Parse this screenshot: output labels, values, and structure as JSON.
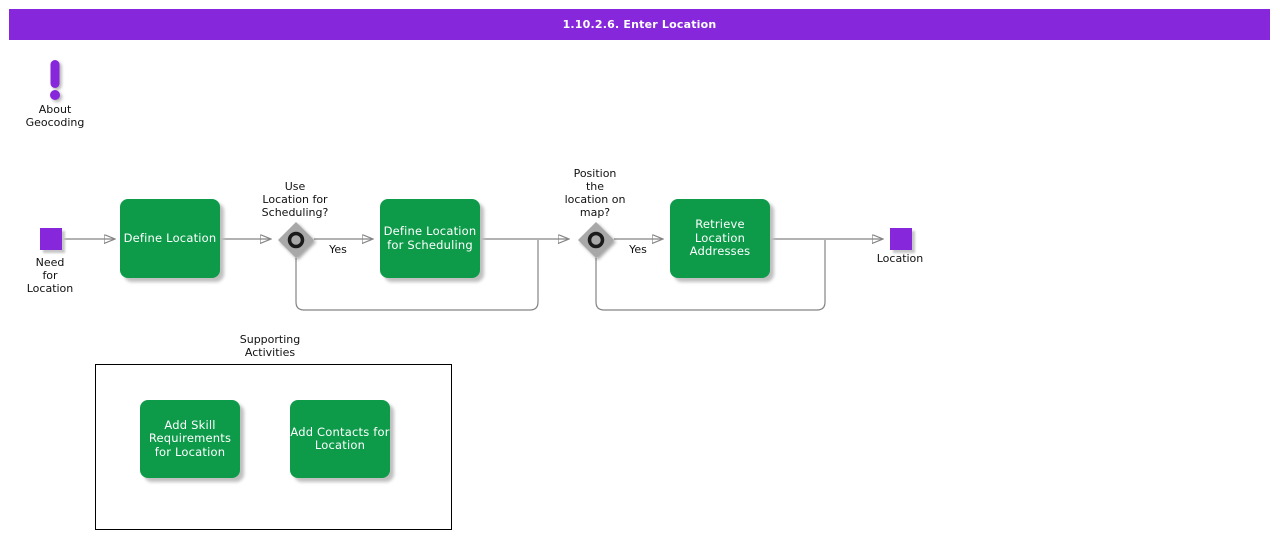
{
  "title_bar": {
    "label": "1.10.2.6. Enter Location"
  },
  "about": {
    "icon": "exclamation-icon",
    "label": "About\nGeocoding"
  },
  "colors": {
    "accent_purple": "#8627DB",
    "task_green": "#0D9B4A",
    "connector_gray": "#848484",
    "gateway_gray": "#A8A8A8",
    "title_text": "#FFFFFF"
  },
  "flow": {
    "start_event": {
      "label": "Need\nfor\nLocation"
    },
    "tasks": [
      {
        "label": "Define Location"
      },
      {
        "label": "Define Location\nfor Scheduling"
      },
      {
        "label": "Retrieve\nLocation\nAddresses"
      }
    ],
    "gateways": [
      {
        "question": "Use\nLocation for\nScheduling?",
        "yes_label": "Yes"
      },
      {
        "question": "Position\nthe\nlocation on\nmap?",
        "yes_label": "Yes"
      }
    ],
    "end_event": {
      "label": "Location"
    }
  },
  "supporting": {
    "title": "Supporting\nActivities",
    "activities": [
      {
        "label": "Add Skill\nRequirements\nfor Location"
      },
      {
        "label": "Add Contacts for\nLocation"
      }
    ]
  }
}
